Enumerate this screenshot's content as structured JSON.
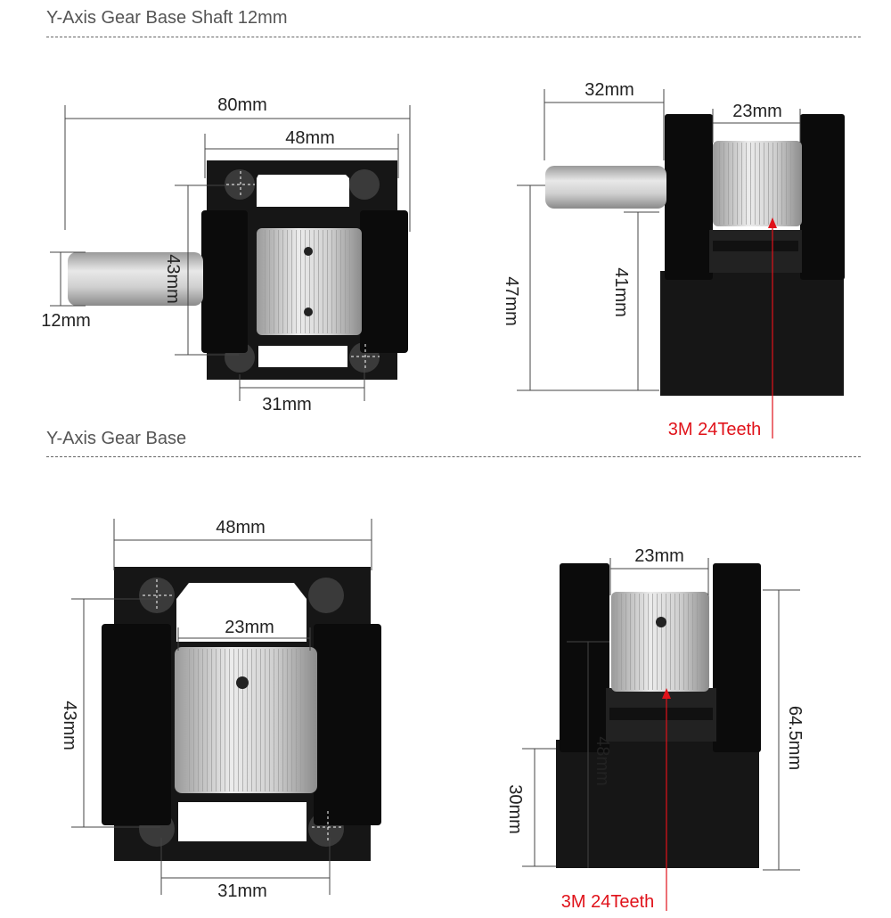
{
  "sections": [
    {
      "title": "Y-Axis Gear Base Shaft 12mm"
    },
    {
      "title": "Y-Axis Gear Base"
    }
  ],
  "dimensions": {
    "top_left": {
      "overall_width": "80mm",
      "inner_width": "48mm",
      "height": "43mm",
      "shaft": "12mm",
      "hole_spacing": "31mm"
    },
    "top_right": {
      "shaft_length": "32mm",
      "pulley_width": "23mm",
      "total_height": "47mm",
      "shaft_height": "41mm",
      "pulley_label": "3M 24Teeth"
    },
    "bottom_left": {
      "outer_width": "48mm",
      "pulley_width": "23mm",
      "height": "43mm",
      "hole_spacing": "31mm"
    },
    "bottom_right": {
      "pulley_width": "23mm",
      "axis_height": "48mm",
      "total_height": "64.5mm",
      "base_height": "30mm",
      "pulley_label": "3M 24Teeth"
    }
  },
  "colors": {
    "label_red": "#e0121a",
    "text": "#222222",
    "title": "#555555"
  }
}
